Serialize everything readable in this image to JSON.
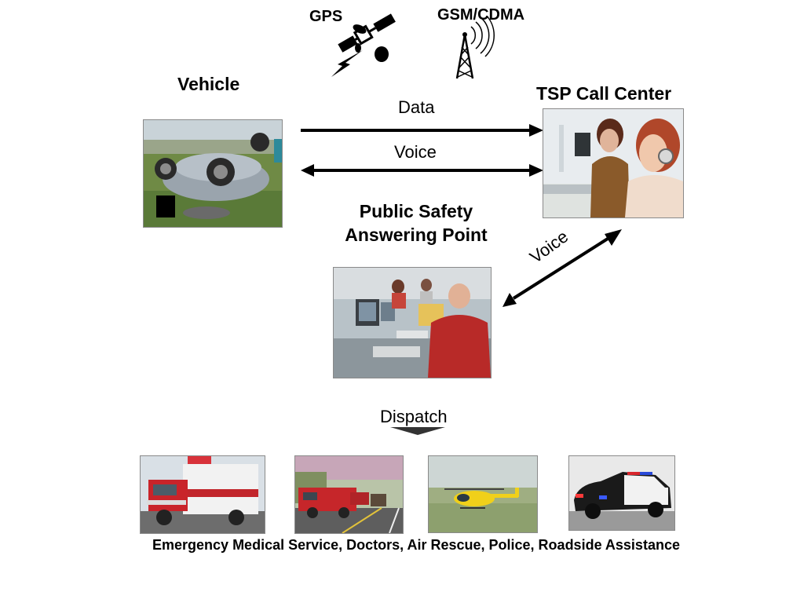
{
  "labels": {
    "gps": "GPS",
    "gsm": "GSM/CDMA",
    "vehicle": "Vehicle",
    "tsp": "TSP Call Center",
    "data": "Data",
    "voice_horizontal": "Voice",
    "psap_line1": "Public Safety",
    "psap_line2": "Answering Point",
    "voice_diagonal": "Voice",
    "dispatch": "Dispatch",
    "footer": "Emergency Medical Service, Doctors, Air Rescue, Police, Roadside Assistance"
  },
  "icons": {
    "satellite": "satellite-icon",
    "lightning": "lightning-icon",
    "tower": "cell-tower-icon"
  },
  "colors": {
    "arrow": "#000000",
    "text": "#000000"
  }
}
